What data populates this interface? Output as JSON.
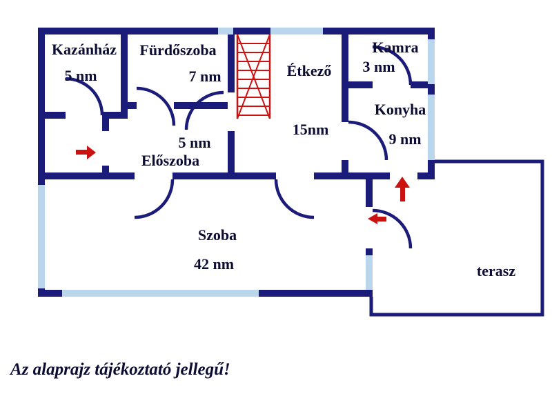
{
  "rooms": {
    "kazanhaz": {
      "name": "Kazánház",
      "area": "5 nm"
    },
    "furdoszoba": {
      "name": "Fürdőszoba",
      "area": "7 nm"
    },
    "etkezo": {
      "name": "Étkező",
      "area": "15nm"
    },
    "kamra": {
      "name": "Kamra",
      "area": "3 nm"
    },
    "konyha": {
      "name": "Konyha",
      "area": "9 nm"
    },
    "eloszoba": {
      "name": "Előszoba",
      "area": "5 nm"
    },
    "szoba": {
      "name": "Szoba",
      "area": "42 nm"
    },
    "terasz": {
      "name": "terasz"
    }
  },
  "caption": "Az alaprajz tájékoztató jellegű!",
  "colors": {
    "wall": "#1b1b7a",
    "window": "#b9d6ec",
    "stairs_red": "#cc1111",
    "text": "#0d0d33"
  }
}
